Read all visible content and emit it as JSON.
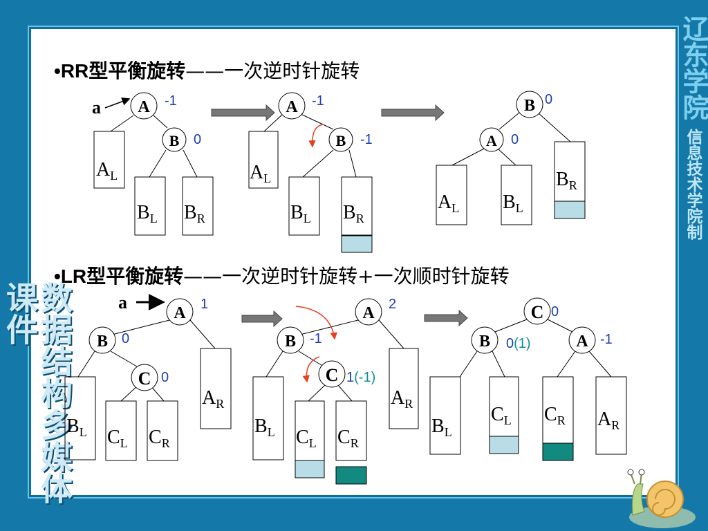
{
  "school_name": "辽东学院",
  "college_name": "信息技术学院制",
  "course_name": "数据结构多媒体课件",
  "rr": {
    "bullet": "•",
    "type": "RR",
    "title": "型平衡旋转",
    "dash": "——",
    "desc": "一次逆时针旋转",
    "pointer_label": "a",
    "step1": {
      "A_bf": "-1",
      "B_bf": "0"
    },
    "step2": {
      "A_bf": "-1",
      "B_bf": "-1"
    },
    "step3": {
      "B_bf": "0",
      "A_bf": "0"
    }
  },
  "lr": {
    "bullet": "•",
    "type": "LR",
    "title": "型平衡旋转",
    "dash": "——",
    "desc": "一次逆时针旋转+一次顺时针旋转",
    "pointer_label": "a",
    "step1": {
      "A_bf": "1",
      "B_bf": "0",
      "C_bf": "0"
    },
    "step2": {
      "A_bf": "2",
      "B_bf": "-1",
      "C_bf_before": "1",
      "C_bf_after": "(-1)"
    },
    "step3": {
      "C_bf": "0",
      "B_bf_before": "0",
      "B_bf_after": "(1)",
      "A_bf": "-1"
    }
  },
  "node_letters": {
    "A": "A",
    "B": "B",
    "C": "C"
  },
  "subtree_labels": {
    "AL": [
      "A",
      "L"
    ],
    "AR": [
      "A",
      "R"
    ],
    "BL": [
      "B",
      "L"
    ],
    "BR": [
      "B",
      "R"
    ],
    "CL": [
      "C",
      "L"
    ],
    "CR": [
      "C",
      "R"
    ]
  },
  "colors": {
    "background": "#1479a8",
    "balance_factor": "#1d3fb0",
    "changed_balance": "#0f8f8f",
    "rotation_arrow": "#e8401e",
    "light_block": "#b8dde6",
    "dark_block": "#138a80"
  }
}
